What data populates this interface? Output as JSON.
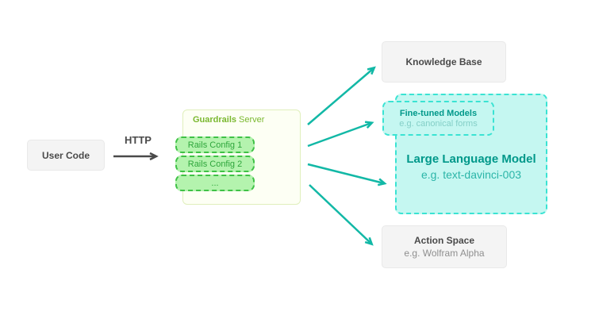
{
  "colors": {
    "teal_arrow": "#12b8a6",
    "teal_box_fill": "#c5f7f1",
    "teal_box_border": "#3ae3d3",
    "teal_text_bold": "#00988a",
    "teal_text_regular": "#2bb5a8",
    "teal_text_light": "#84cfc7",
    "server_title_green": "#7ab82f",
    "server_bg": "#fdfff4",
    "server_border": "#e0efbc",
    "config_fill": "#b4f3ae",
    "config_border": "#3fc146",
    "config_text": "#2fa63c",
    "gray_box_fill": "#f4f4f4",
    "gray_box_border": "#e9e9e9",
    "dark_text": "#4a4a4a",
    "muted_text": "#8f8f8f"
  },
  "nodes": {
    "user_code": {
      "label": "User Code"
    },
    "http_arrow": {
      "label": "HTTP"
    },
    "guardrails_server": {
      "title_bold": "Guardrails",
      "title_regular": "Server",
      "configs": [
        "Rails Config 1",
        "Rails Config 2",
        "..."
      ]
    },
    "knowledge_base": {
      "label": "Knowledge Base"
    },
    "fine_tuned_models": {
      "title": "Fine-tuned Models",
      "subtitle": "e.g. canonical forms"
    },
    "large_language_model": {
      "title": "Large Language Model",
      "subtitle": "e.g. text-davinci-003"
    },
    "action_space": {
      "title": "Action Space",
      "subtitle": "e.g. Wolfram Alpha"
    }
  }
}
